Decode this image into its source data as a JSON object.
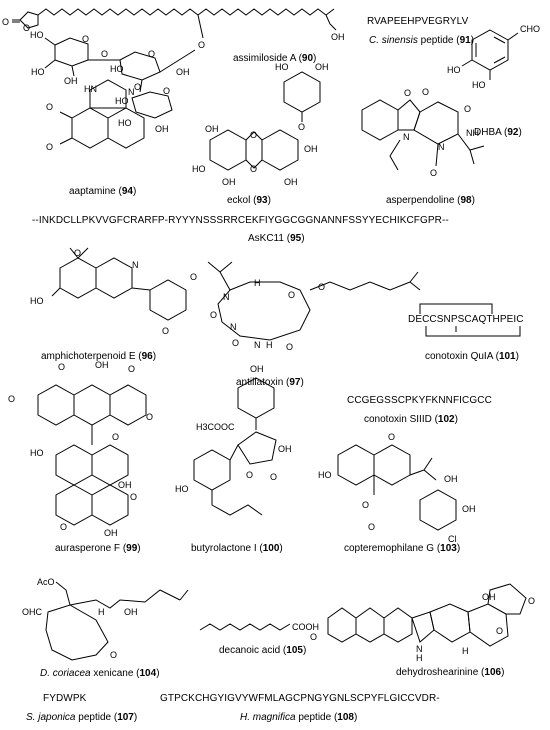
{
  "compounds": [
    {
      "id": "assimiloside-a",
      "name": "assimiloside A",
      "num": "90"
    },
    {
      "id": "c-sinensis-peptide",
      "name": "C. sinensis",
      "suffix": " peptide",
      "num": "91",
      "sequence": "RVAPEEHPVEGRYLV"
    },
    {
      "id": "dhba",
      "name": "DHBA",
      "num": "92"
    },
    {
      "id": "eckol",
      "name": "eckol",
      "num": "93"
    },
    {
      "id": "aaptamine",
      "name": "aaptamine",
      "num": "94"
    },
    {
      "id": "askc11",
      "name": "AsKC11",
      "num": "95",
      "sequence": "--INKDCLLPKVVGFCRARFP-RYYYNSSSRRCEKFIYGGCGGNANNFSSYYECHIKCFGPR--"
    },
    {
      "id": "amphichoterpenoid-e",
      "name": "amphichoterpenoid E",
      "num": "96"
    },
    {
      "id": "antillatoxin",
      "name": "antillatoxin",
      "num": "97"
    },
    {
      "id": "asperpendoline",
      "name": "asperpendoline",
      "num": "98"
    },
    {
      "id": "aurasperone-f",
      "name": "aurasperone F",
      "num": "99"
    },
    {
      "id": "butyrolactone-i",
      "name": "butyrolactone I",
      "num": "100"
    },
    {
      "id": "conotoxin-quia",
      "name": "conotoxin QuIA",
      "num": "101",
      "sequence": "DECCSNPSCAQTHPEIC"
    },
    {
      "id": "conotoxin-siiid",
      "name": "conotoxin SIIID",
      "num": "102",
      "sequence": "CCGEGSSCPKYFKNNFICGCC"
    },
    {
      "id": "copteremophilane-g",
      "name": "copteremophilane G",
      "num": "103"
    },
    {
      "id": "d-coriacea-xenicane",
      "name": "D. coriacea",
      "suffix": " xenicane",
      "num": "104"
    },
    {
      "id": "decanoic-acid",
      "name": "decanoic acid",
      "num": "105"
    },
    {
      "id": "dehydroshearinine",
      "name": "dehydroshearinine",
      "num": "106"
    },
    {
      "id": "s-japonica-peptide",
      "name": "S. japonica",
      "suffix": " peptide",
      "num": "107",
      "sequence": "FYDWPK"
    },
    {
      "id": "h-magnifica-peptide",
      "name": "H. magnifica",
      "suffix": " peptide",
      "num": "108",
      "sequence": "GTPCKCHGYIGVYWFMLAGCPNGYGNLSCPYFLGICCVDR-"
    }
  ],
  "atoms": {
    "oh": "OH",
    "ho": "HO",
    "o": "O",
    "n": "N",
    "hn": "HN",
    "nh": "NH",
    "h": "H",
    "cl": "Cl",
    "cho": "CHO",
    "ohc": "OHC",
    "aco": "AcO",
    "h3cooc": "H3COOC",
    "cooh": "COOH",
    "ome": "O"
  }
}
